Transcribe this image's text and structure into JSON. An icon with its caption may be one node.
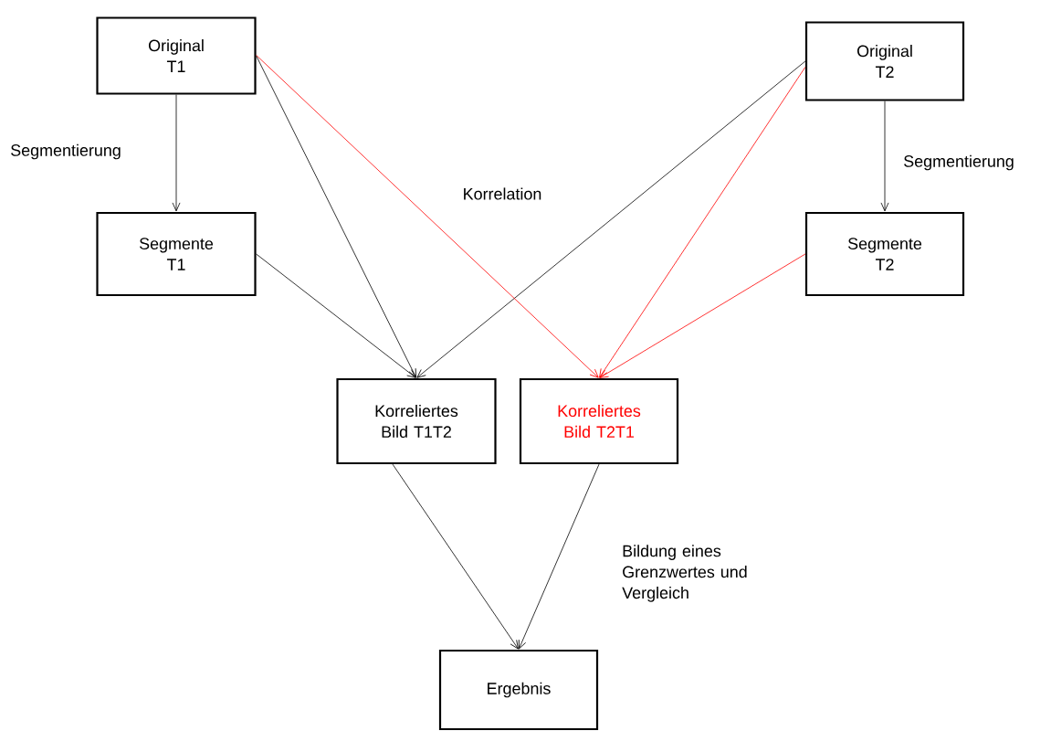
{
  "diagram": {
    "nodes": [
      {
        "text": [
          "Original T1"
        ]
      },
      {
        "text": [
          "Original T2"
        ]
      },
      {
        "text": [
          "Segmente T1"
        ]
      },
      {
        "text": [
          "Segmente T2"
        ]
      },
      {
        "text": [
          "Korreliertes Bild T1T2"
        ]
      },
      {
        "text": [
          "Korreliertes Bild T2T1"
        ]
      },
      {
        "text": [
          "Ergebnis"
        ]
      }
    ],
    "edges": [
      {
        "from": 0,
        "to": 2,
        "arrow": "to",
        "label": "Segmentierung"
      },
      {
        "from": 1,
        "to": 3,
        "arrow": "to",
        "label": "Segmentierung"
      },
      {
        "from": 0,
        "to": 4,
        "arrow": "to"
      },
      {
        "from": 2,
        "to": 4,
        "arrow": "to"
      },
      {
        "from": 1,
        "to": 4,
        "arrow": "to"
      },
      {
        "from": 0,
        "to": 5,
        "arrow": "to",
        "color": "#ff0000"
      },
      {
        "from": 1,
        "to": 5,
        "arrow": "to",
        "color": "#ff0000"
      },
      {
        "from": 3,
        "to": 5,
        "arrow": "to",
        "color": "#ff0000"
      },
      {
        "from": 4,
        "to": 6,
        "arrow": "to"
      },
      {
        "from": 5,
        "to": 6,
        "arrow": "to"
      }
    ],
    "labels": [
      "Korrelation",
      "Bildung eines Grenzwertes und Vergleich"
    ]
  }
}
